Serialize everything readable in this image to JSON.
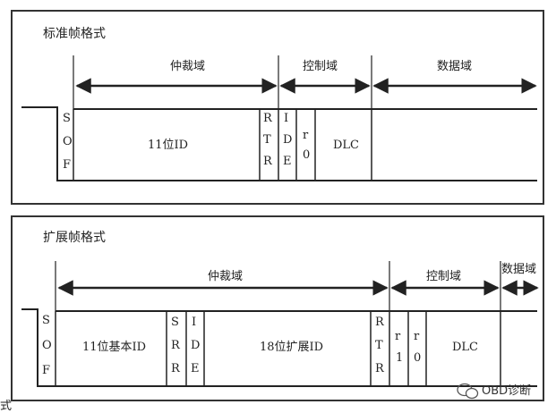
{
  "standard_frame": {
    "title": "标准帧格式",
    "field_arbitration": "仲裁域",
    "field_control": "控制域",
    "field_data": "数据域",
    "sof": [
      "S",
      "O",
      "F"
    ],
    "id11": "11位ID",
    "rtr": [
      "R",
      "T",
      "R"
    ],
    "ide": [
      "I",
      "D",
      "E"
    ],
    "r0": [
      "r",
      "0"
    ],
    "dlc": "DLC"
  },
  "extended_frame": {
    "title": "扩展帧格式",
    "field_arbitration": "仲裁域",
    "field_control": "控制域",
    "field_data": "数据域",
    "sof": [
      "S",
      "O",
      "F"
    ],
    "id11": "11位基本ID",
    "srr": [
      "S",
      "R",
      "R"
    ],
    "ide": [
      "I",
      "D",
      "E"
    ],
    "id18": "18位扩展ID",
    "rtr": [
      "R",
      "T",
      "R"
    ],
    "r1": [
      "r",
      "1"
    ],
    "r0": [
      "r",
      "0"
    ],
    "dlc": "DLC"
  },
  "left_fragment": "式",
  "watermark": "OBD诊断",
  "colors": {
    "line": "#222222",
    "panel_border": "#333333",
    "text": "#222222"
  }
}
